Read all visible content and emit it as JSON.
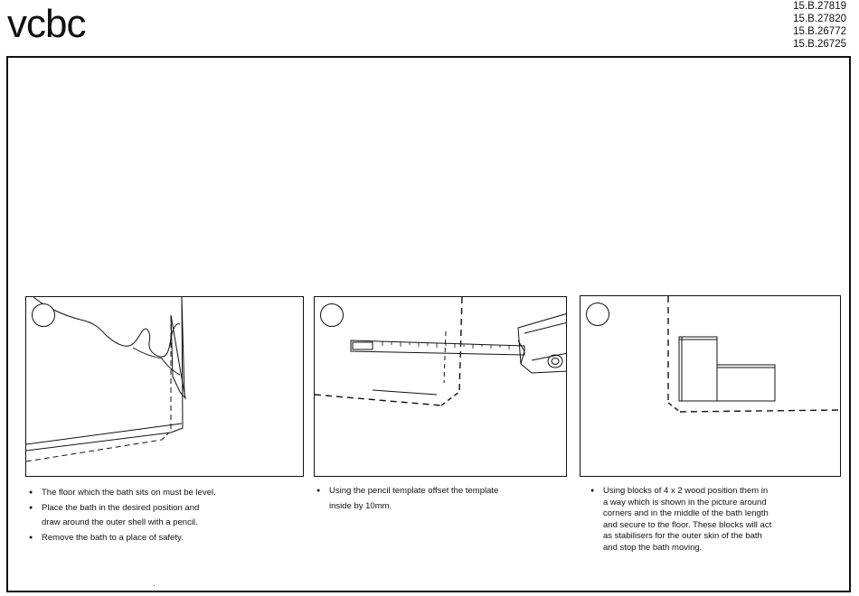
{
  "header": {
    "brand": "vcbc",
    "product_codes": [
      "15.B.27819",
      "15.B.27820",
      "15.B.26772",
      "15.B.26725"
    ]
  },
  "steps": [
    {
      "illustration": "hand-drawing-pencil-line",
      "notes": [
        {
          "text": "The floor which the bath sits on must be level.",
          "bullet": true
        },
        {
          "text": "Place the bath in the desired position and",
          "bullet": true
        },
        {
          "text": "draw around the outer shell with a pencil.",
          "bullet": false
        },
        {
          "text": "Remove the bath to a place of safety.",
          "bullet": true
        }
      ]
    },
    {
      "illustration": "tape-measure-offset",
      "notes": [
        {
          "text": "Using the pencil template offset the template",
          "bullet": true
        },
        {
          "text": "inside by 10mm.",
          "bullet": false
        }
      ]
    },
    {
      "illustration": "wood-blocks-corner",
      "notes": [
        {
          "text": "Using blocks of 4 x 2  wood position them in",
          "bullet": true
        },
        {
          "text": "a way which is shown in the picture around",
          "bullet": false
        },
        {
          "text": "corners and in the middle of the bath length",
          "bullet": false
        },
        {
          "text": "and secure to the floor. These blocks will act",
          "bullet": false
        },
        {
          "text": "as stabilisers for the outer skin of the bath",
          "bullet": false
        },
        {
          "text": "and stop the bath moving.",
          "bullet": false
        }
      ]
    }
  ]
}
